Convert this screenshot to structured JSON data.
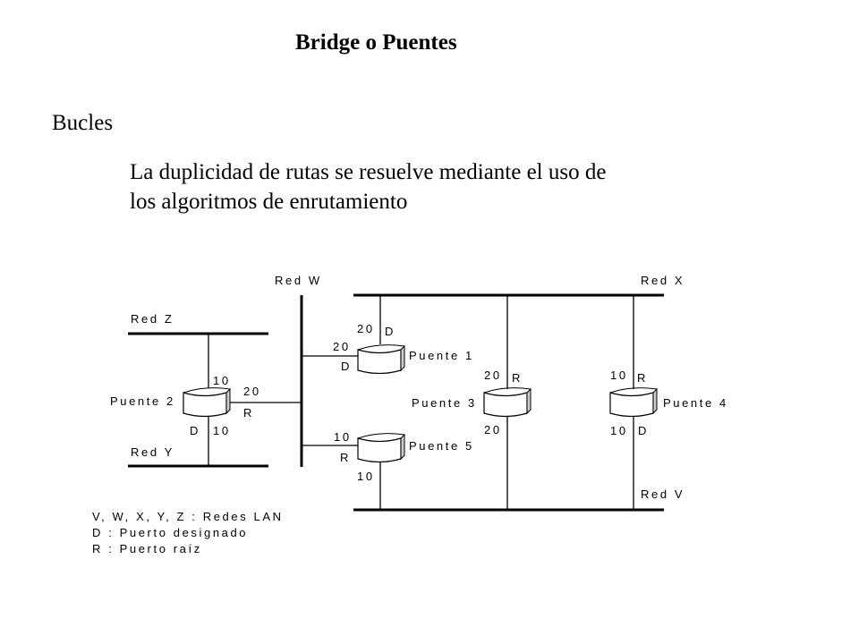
{
  "title": "Bridge o Puentes",
  "heading": "Bucles",
  "paragraph": {
    "line1": "La duplicidad de rutas se resuelve mediante el uso de",
    "line2": "los algoritmos de enrutamiento"
  },
  "networks": {
    "w": "Red W",
    "x": "Red X",
    "y": "Red Y",
    "z": "Red Z",
    "v": "Red V"
  },
  "bridges": {
    "b1": {
      "name": "Puente 1",
      "ports": [
        "20",
        "D",
        "20",
        "D"
      ]
    },
    "b2": {
      "name": "Puente 2",
      "ports": [
        "10",
        "20",
        "R",
        "D",
        "10"
      ]
    },
    "b3": {
      "name": "Puente 3",
      "ports": [
        "20",
        "R",
        "20"
      ]
    },
    "b4": {
      "name": "Puente 4",
      "ports": [
        "10",
        "R",
        "10",
        "D"
      ]
    },
    "b5": {
      "name": "Puente 5",
      "ports": [
        "10",
        "R",
        "10"
      ]
    }
  },
  "legend": [
    "V, W, X, Y, Z  :  Redes LAN",
    "D  :  Puerto designado",
    "R  :  Puerto raíz"
  ],
  "colors": {
    "line": "#000000",
    "bridge_face": "#ffffff",
    "bridge_side": "#cccccc"
  }
}
